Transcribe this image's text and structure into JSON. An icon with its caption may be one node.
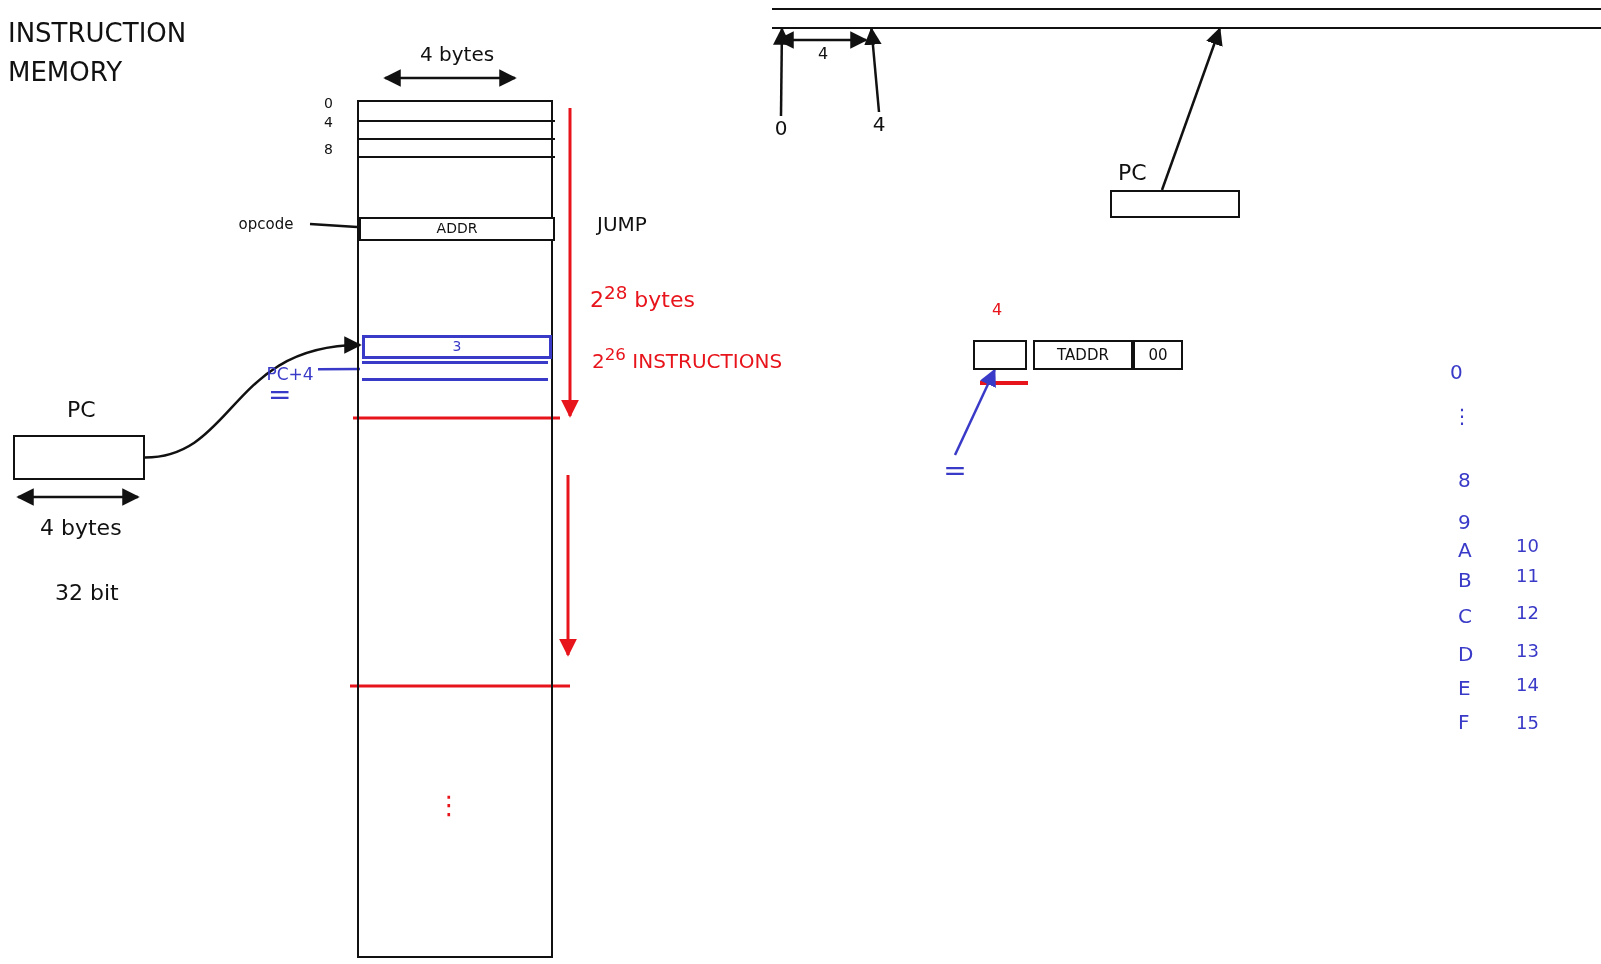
{
  "diagram": {
    "title": "INSTRUCTION MEMORY",
    "nodes": [
      {
        "text": [
          "PC"
        ],
        "beside": [
          "4 bytes",
          "32 bit"
        ]
      },
      {
        "text": [],
        "shape": "box"
      },
      {
        "text": [],
        "shape": "bar",
        "in": 1
      },
      {
        "text": [],
        "shape": "bar",
        "in": 1
      },
      {
        "text": [],
        "shape": "bar",
        "in": 1
      },
      {
        "text": [
          "ADDR"
        ],
        "in": 1,
        "beside": [
          "JUMP"
        ]
      },
      {
        "text": [
          "3"
        ],
        "in": 1
      },
      {
        "text": [],
        "shape": "bar",
        "in": 1
      },
      {
        "text": [
          "opcode"
        ]
      },
      {
        "text": [
          "PC+4"
        ]
      },
      {
        "text": [],
        "shape": "bar"
      },
      {
        "text": [
          "0"
        ]
      },
      {
        "text": [
          "4"
        ]
      },
      {
        "text": [
          "PC"
        ]
      },
      {
        "text": [],
        "shape": "box",
        "beside": [
          "4"
        ]
      },
      {
        "text": [
          "TADDR"
        ]
      },
      {
        "text": [
          "00"
        ]
      },
      {
        "text": [
          "="
        ]
      }
    ],
    "edges": [
      {
        "from": 0,
        "to": 6,
        "arrow": "to"
      },
      {
        "from": 8,
        "to": 5,
        "arrow": "none"
      },
      {
        "from": 9,
        "to": 7,
        "arrow": "none",
        "color": "#3a3ac8"
      },
      {
        "from": 11,
        "to": 10,
        "arrow": "to"
      },
      {
        "from": 12,
        "to": 10,
        "arrow": "to"
      },
      {
        "from": 13,
        "to": 10,
        "arrow": "to"
      },
      {
        "from": 17,
        "to": 14,
        "arrow": "to",
        "color": "#3a3ac8"
      }
    ],
    "labels": [
      "4 bytes",
      "0",
      "4",
      "8",
      "2$^{28}$ bytes",
      "2$^{26}$ INSTRUCTIONS",
      "=",
      "⋮",
      "4",
      "0",
      "⋮",
      "8",
      "9",
      "A",
      "10",
      "B",
      "11",
      "C",
      "12",
      "D",
      "13",
      "E",
      "14",
      "F",
      "15"
    ]
  }
}
